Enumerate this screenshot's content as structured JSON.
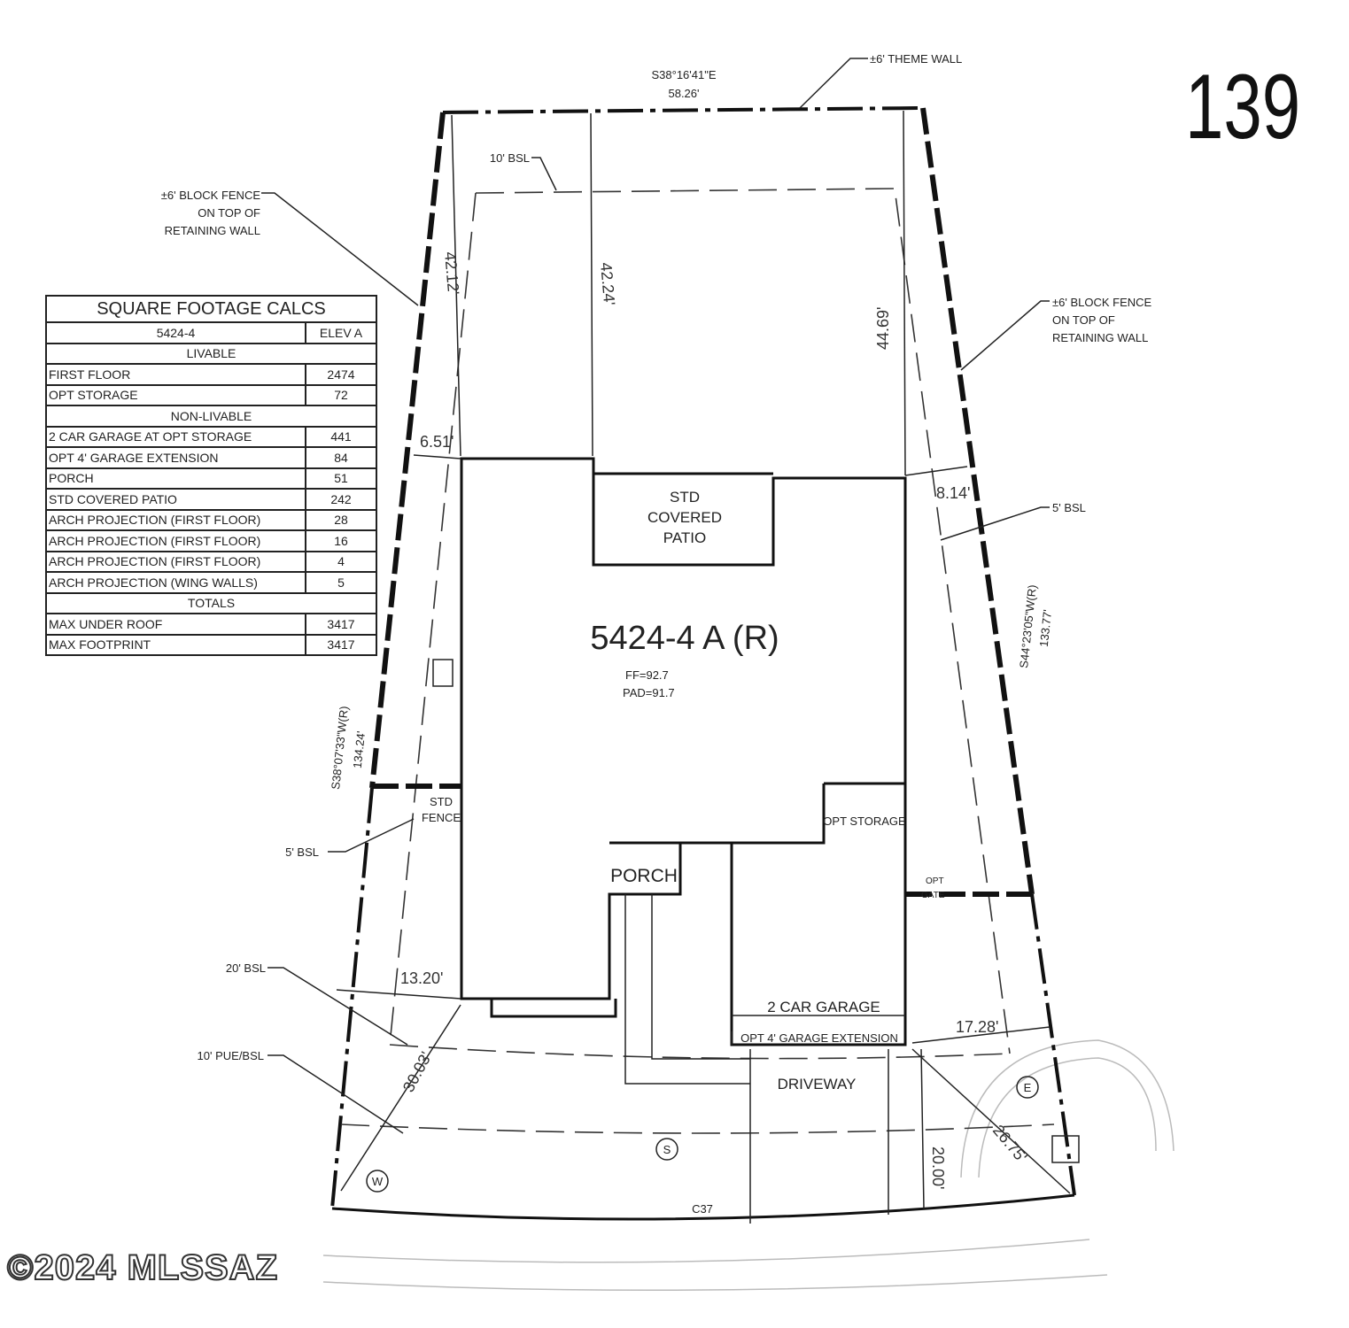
{
  "lot_number": "139",
  "copyright": "©2024 MLSSAZ",
  "plan": {
    "name": "5424-4 A (R)",
    "ff": "FF=92.7",
    "pad": "PAD=91.7"
  },
  "rooms": {
    "patio": [
      "STD",
      "COVERED",
      "PATIO"
    ],
    "porch": "PORCH",
    "opt_storage": "OPT STORAGE",
    "garage": "2 CAR GARAGE",
    "garage_ext": "OPT 4' GARAGE EXTENSION",
    "driveway": "DRIVEWAY",
    "std_fence": [
      "STD",
      "FENCE"
    ],
    "opt_gate": [
      "OPT",
      "GATE"
    ]
  },
  "callouts": {
    "theme_wall": "±6' THEME WALL",
    "block_fence_left": [
      "±6' BLOCK FENCE",
      "ON TOP OF",
      "RETAINING WALL"
    ],
    "block_fence_right": [
      "±6' BLOCK FENCE",
      "ON TOP OF",
      "RETAINING WALL"
    ],
    "bsl_10_top": "10' BSL",
    "bsl_5_right": "5' BSL",
    "bsl_5_left": "5' BSL",
    "bsl_20": "20' BSL",
    "pue_bsl_10": "10' PUE/BSL"
  },
  "bearings": {
    "top": [
      "S38°16'41\"E",
      "58.26'"
    ],
    "left": [
      "S38°07'33\"W(R)",
      "134.24'"
    ],
    "right": [
      "S44°23'05\"W(R)",
      "133.77'"
    ],
    "curve": "C37"
  },
  "dimensions": {
    "d4212": "42.12'",
    "d4224": "42.24'",
    "d4469": "44.69'",
    "d651": "6.51'",
    "d814": "8.14'",
    "d1320": "13.20'",
    "d3003": "30.03'",
    "d1728": "17.28'",
    "d2675": "26.75'",
    "d2000": "20.00'"
  },
  "utility_marks": {
    "w": "W",
    "s": "S",
    "e": "E"
  },
  "sqft_table": {
    "title": "SQUARE FOOTAGE CALCS",
    "plan": "5424-4",
    "elev": "ELEV A",
    "sections": {
      "livable": "LIVABLE",
      "non_livable": "NON-LIVABLE",
      "totals": "TOTALS"
    },
    "livable": [
      {
        "label": "FIRST FLOOR",
        "value": "2474"
      },
      {
        "label": "OPT STORAGE",
        "value": "72"
      }
    ],
    "non_livable": [
      {
        "label": "2 CAR GARAGE AT OPT STORAGE",
        "value": "441"
      },
      {
        "label": "OPT 4' GARAGE EXTENSION",
        "value": "84"
      },
      {
        "label": "PORCH",
        "value": "51"
      },
      {
        "label": "STD COVERED PATIO",
        "value": "242"
      },
      {
        "label": "ARCH PROJECTION (FIRST FLOOR)",
        "value": "28"
      },
      {
        "label": "ARCH PROJECTION (FIRST FLOOR)",
        "value": "16"
      },
      {
        "label": "ARCH PROJECTION (FIRST FLOOR)",
        "value": "4"
      },
      {
        "label": "ARCH PROJECTION (WING WALLS)",
        "value": "5"
      }
    ],
    "totals": [
      {
        "label": "MAX UNDER ROOF",
        "value": "3417"
      },
      {
        "label": "MAX FOOTPRINT",
        "value": "3417"
      }
    ]
  }
}
